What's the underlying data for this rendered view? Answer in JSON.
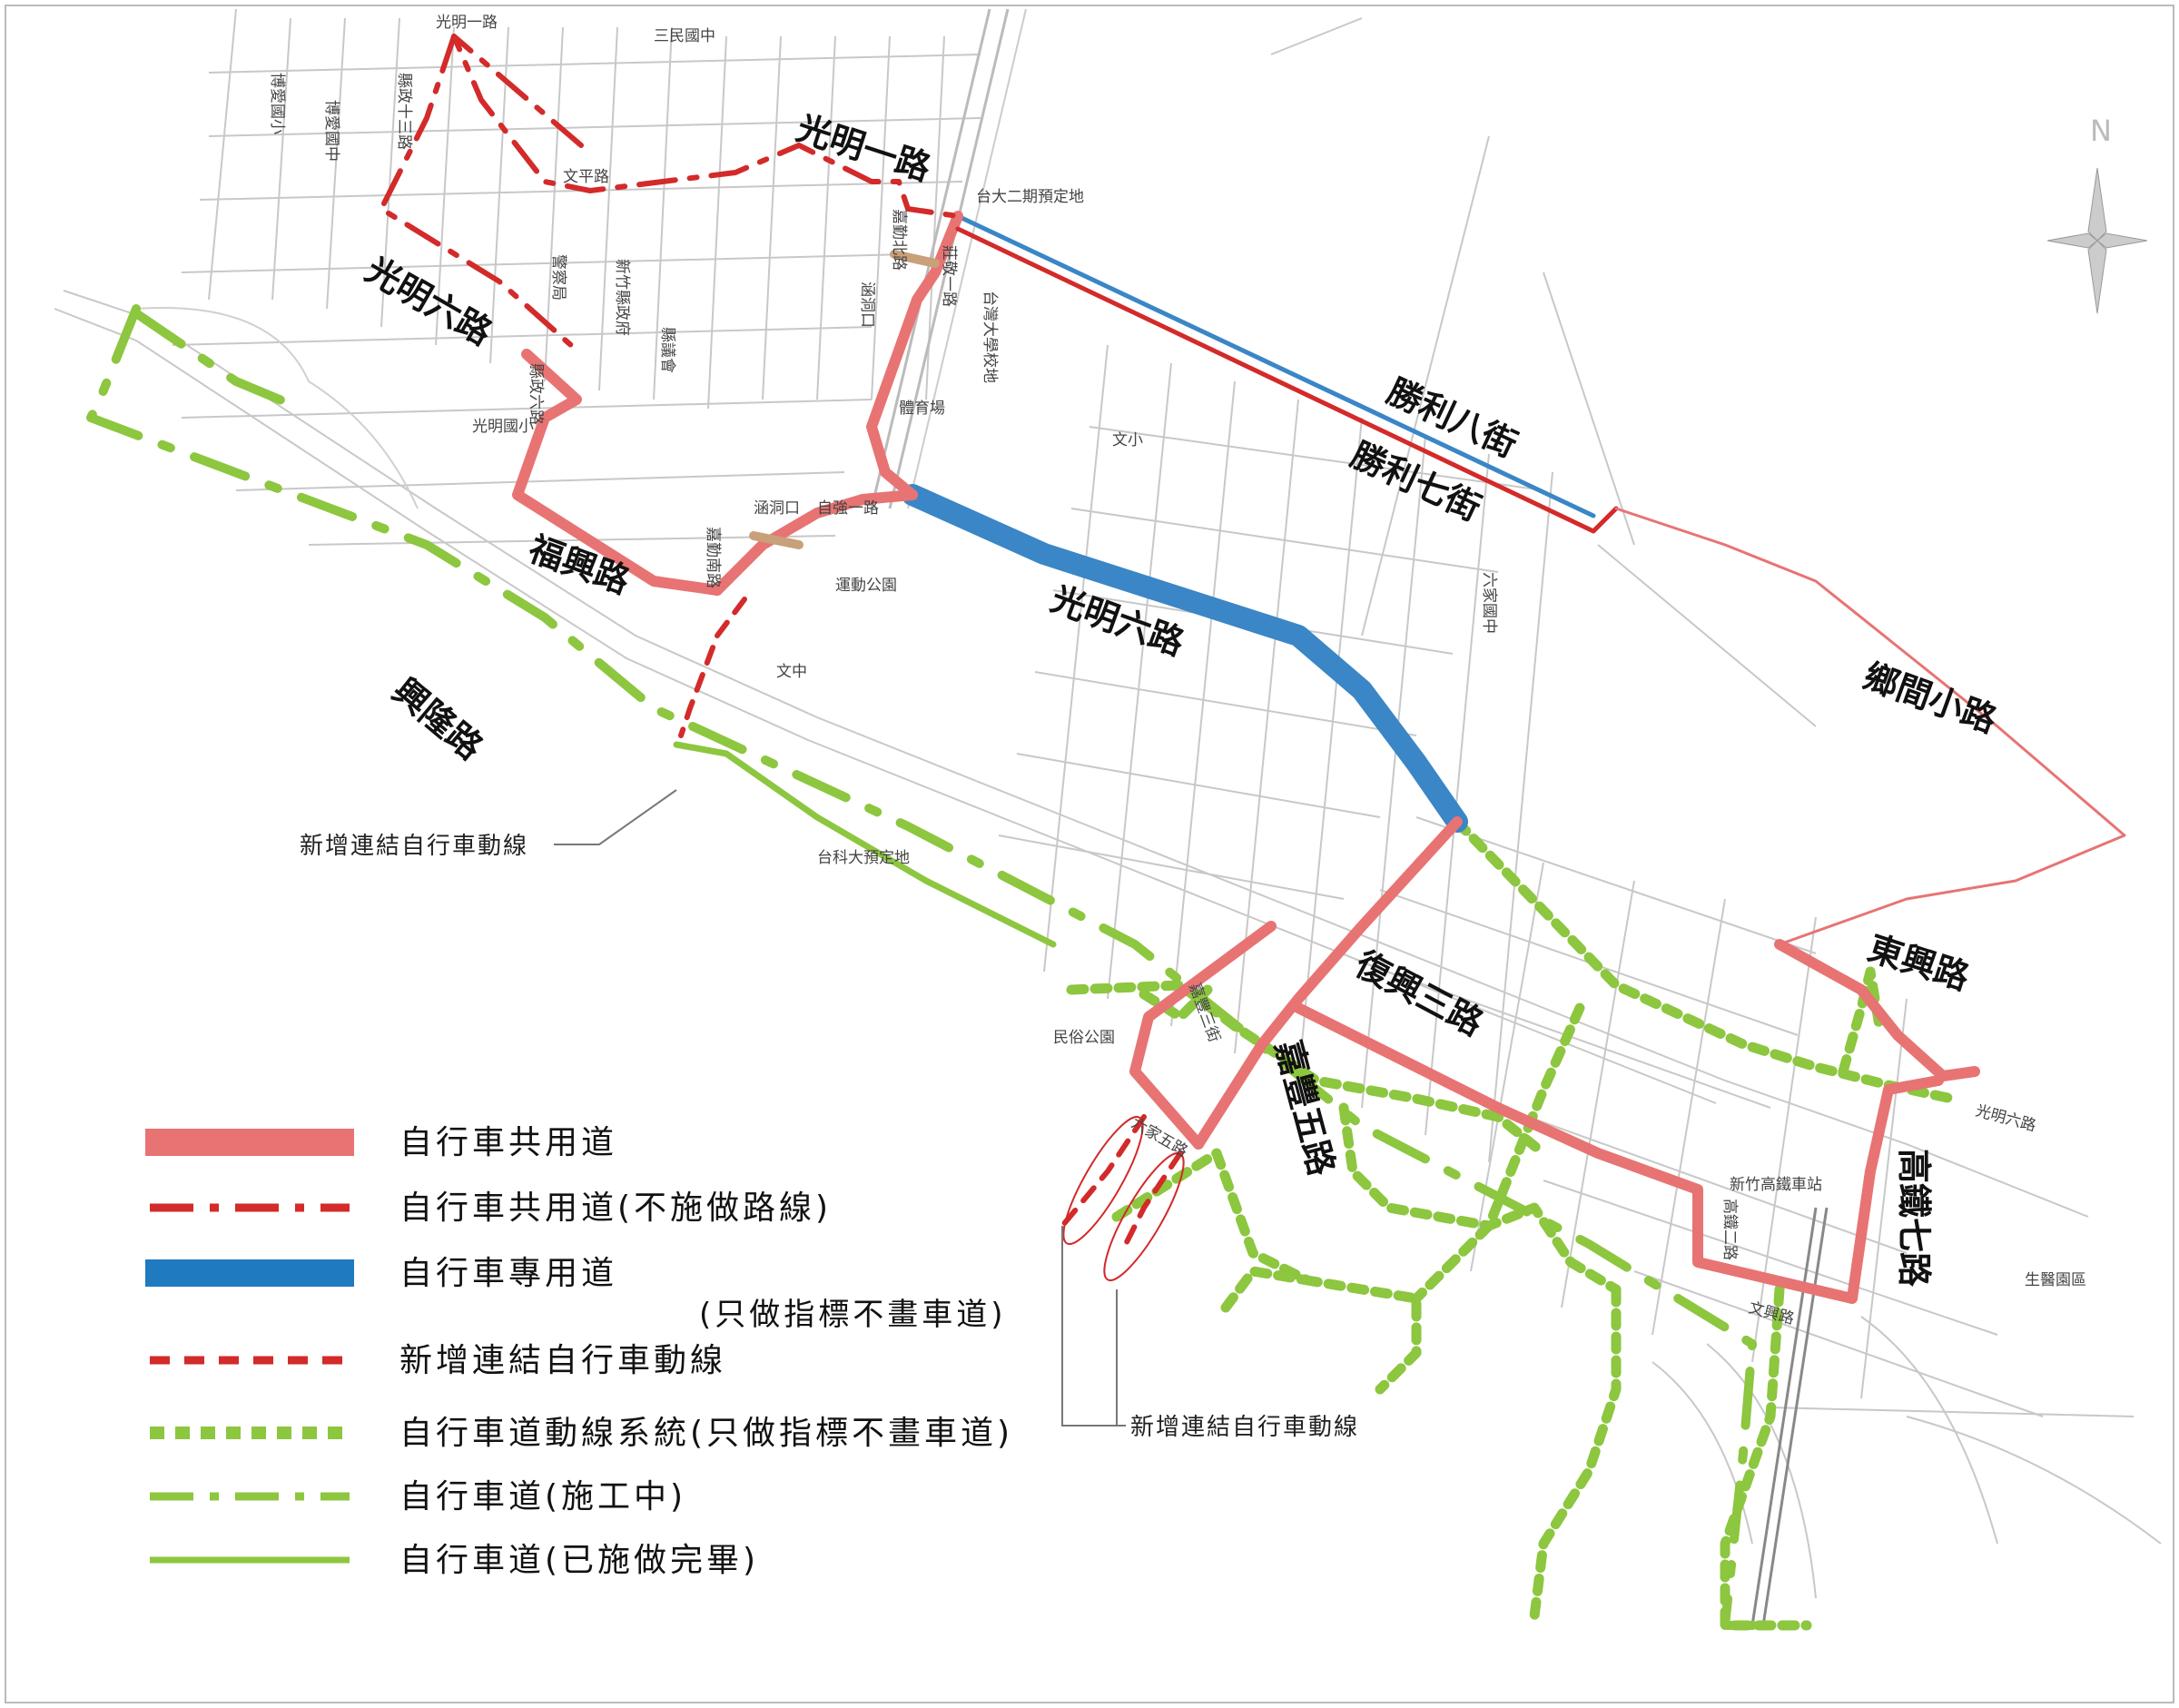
{
  "colors": {
    "shared_red": "#e87373",
    "shared_dark": "#d32a2a",
    "dedicated_blue": "#3a86c6",
    "green": "#8dc63f",
    "tan": "#c8a07a",
    "base_road": "#c8c8c8"
  },
  "icons": {
    "compass": "compass-rose-icon"
  },
  "map": {
    "compass_n": "N",
    "road_labels": [
      "光明一路",
      "光明六路",
      "福興路",
      "興隆路",
      "勝利八街",
      "勝利七街",
      "光明六路",
      "鄉間小路",
      "東興路",
      "復興三路",
      "嘉豐五路",
      "高鐵七路"
    ],
    "small_labels": [
      "光明一路",
      "文平路",
      "三民國中",
      "博愛國小",
      "博愛國中",
      "縣政十三路",
      "光明國小",
      "縣政六路",
      "台大二期預定地",
      "嘉勤北路",
      "涵洞口",
      "莊敬一路",
      "台灣大學校地",
      "體育場",
      "自強一路",
      "嘉勤南路",
      "涵洞口",
      "運動公園",
      "文中",
      "文小",
      "台科大預定地",
      "六家國中",
      "民俗公園",
      "嘉豐三街",
      "六家五路",
      "新竹高鐵車站",
      "高鐵二路",
      "光明六路",
      "文興路",
      "生醫園區",
      "新竹縣政府",
      "縣議會",
      "警察局"
    ],
    "callouts": [
      "新增連結自行車動線",
      "新增連結自行車動線"
    ]
  },
  "legend": {
    "items": [
      {
        "label": "自行車共用道",
        "style": "solid-red-thick"
      },
      {
        "label": "自行車共用道(不施做路線)",
        "style": "dashdot-red"
      },
      {
        "label": "自行車專用道",
        "style": "solid-blue-thick"
      },
      {
        "label": "新增連結自行車動線",
        "style": "dashed-red"
      },
      {
        "label": "自行車道動線系統(只做指標不畫車道)",
        "style": "dotted-green"
      },
      {
        "label": "自行車道(施工中)",
        "style": "dashdot-green"
      },
      {
        "label": "自行車道(已施做完畢)",
        "style": "solid-green"
      }
    ],
    "sub_note": "(只做指標不畫車道)"
  }
}
